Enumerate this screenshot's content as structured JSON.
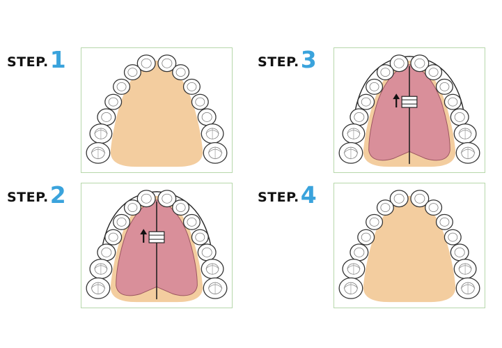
{
  "steps": [
    {
      "word": "STEP.",
      "number": "1",
      "appliance": false
    },
    {
      "word": "STEP.",
      "number": "2",
      "appliance": true
    },
    {
      "word": "STEP.",
      "number": "3",
      "appliance": true
    },
    {
      "word": "STEP.",
      "number": "4",
      "appliance": false
    }
  ],
  "colors": {
    "accent": "#3aa3dc",
    "palate": "#f3cd9f",
    "appliance": "#d98f9a",
    "panel_border": "#b6d7aa",
    "tooth_outline": "#333333"
  }
}
